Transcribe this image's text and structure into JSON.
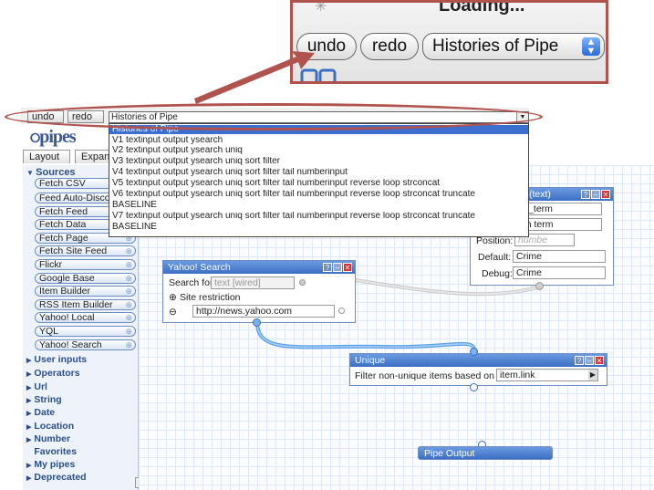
{
  "zoom": {
    "loading_text": "Loading...",
    "undo_label": "undo",
    "redo_label": "redo",
    "select_value": "Histories of Pipe"
  },
  "toolbar": {
    "undo_label": "undo",
    "redo_label": "redo",
    "select_value": "Histories of Pipe"
  },
  "dropdown": {
    "options": [
      "Histories of Pipe",
      "V1 textinput output ysearch",
      "V2 textinput output ysearch uniq",
      "V3 textinput output ysearch uniq sort filter",
      "V4 textinput output ysearch uniq sort filter tail numberinput",
      "V5 textinput output ysearch uniq sort filter tail numberinput reverse loop strconcat",
      "V6 textinput output ysearch uniq sort filter tail numberinput reverse loop strconcat truncate",
      "BASELINE",
      "V7 textinput output ysearch uniq sort filter tail numberinput reverse loop strconcat truncate",
      "BASELINE"
    ],
    "selected_index": 0
  },
  "app": {
    "logo": "pipes",
    "tabs": [
      "Layout",
      "Expan"
    ]
  },
  "left_panel": {
    "sources_heading": "Sources",
    "modules": [
      "Fetch CSV",
      "Feed Auto-Disco",
      "Fetch Feed",
      "Fetch Data",
      "Fetch Page",
      "Fetch Site Feed",
      "Flickr",
      "Google Base",
      "Item Builder",
      "RSS Item Builder",
      "Yahoo! Local",
      "YQL",
      "Yahoo! Search"
    ],
    "categories": [
      "User inputs",
      "Operators",
      "Url",
      "String",
      "Date",
      "Location",
      "Number",
      "Favorites",
      "My pipes",
      "Deprecated"
    ]
  },
  "text_input_module": {
    "title": "(text)",
    "name_value": "ch_term",
    "prompt_value": "rch term",
    "position_label": "Position:",
    "position_placeholder": "numbe",
    "default_label": "Default:",
    "default_value": "Crime",
    "debug_label": "Debug:",
    "debug_value": "Crime"
  },
  "yahoo_search_module": {
    "title": "Yahoo! Search",
    "search_for_label": "Search for",
    "search_for_value": "text [wired]",
    "site_restriction_label": "Site restriction",
    "site_value": "http://news.yahoo.com"
  },
  "unique_module": {
    "title": "Unique",
    "filter_label": "Filter non-unique items based on",
    "filter_value": "item.link"
  },
  "pipe_output_module": {
    "title": "Pipe Output"
  },
  "module_controls": {
    "help": "?",
    "minimize": "–",
    "close": "✕"
  },
  "colors": {
    "annotation": "#b0524e",
    "module_header": "#3b6fc4",
    "selection": "#3d6fd0"
  }
}
